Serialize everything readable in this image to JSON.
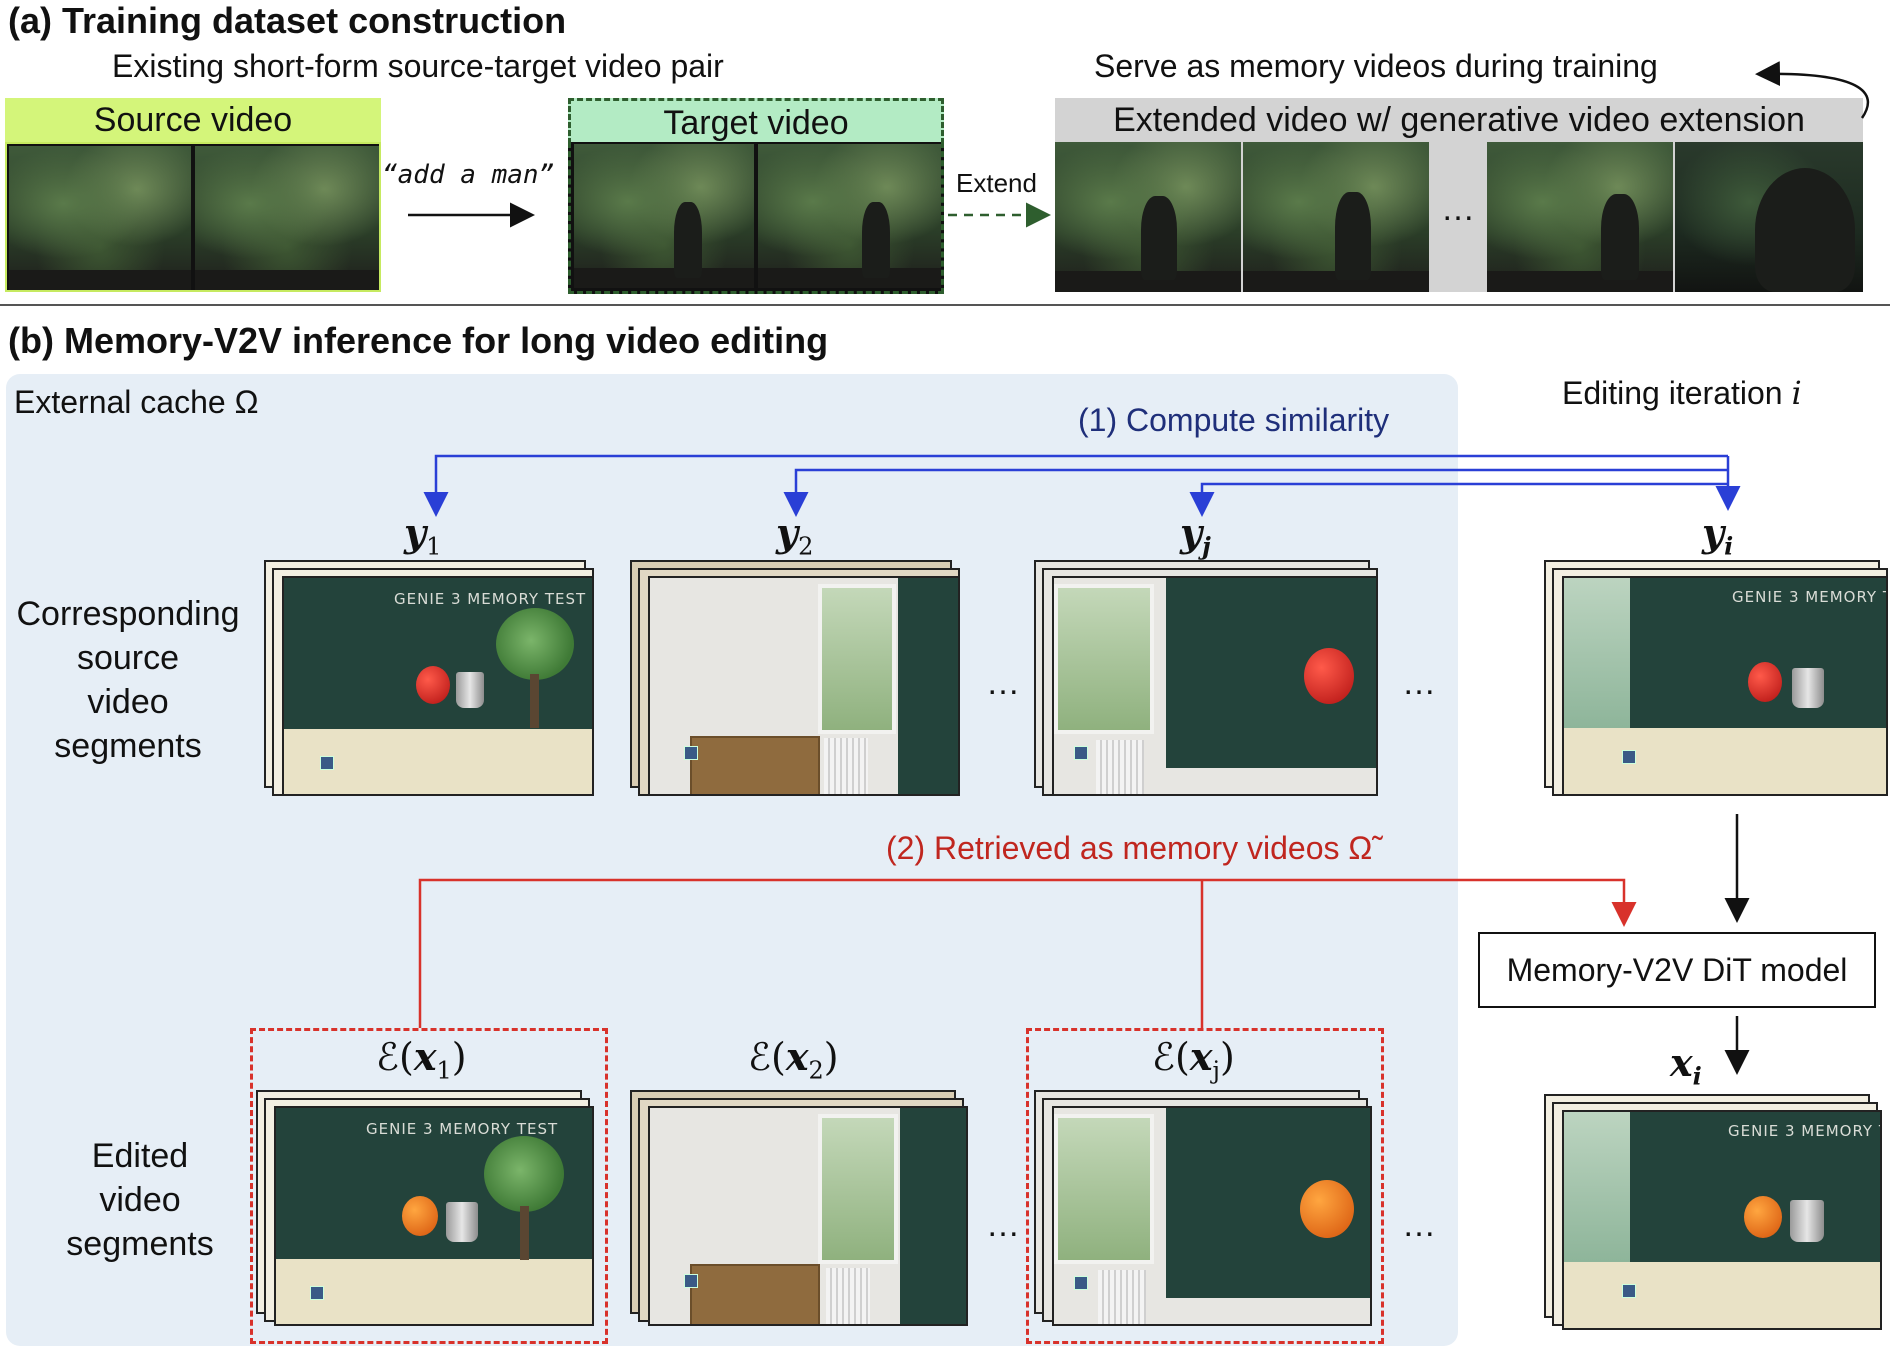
{
  "section_a": {
    "title": "(a) Training dataset construction",
    "pair_caption": "Existing short-form source-target video pair",
    "source_label": "Source video",
    "target_label": "Target video",
    "prompt": "“add a man”",
    "extend_label": "Extend",
    "memory_caption": "Serve as memory videos during training",
    "extended_label": "Extended video w/ generative video extension",
    "ellipsis": "…"
  },
  "section_b": {
    "title": "(b) Memory-V2V inference for long video editing",
    "cache_label": "External cache Ω",
    "iteration_label": "Editing iteration ",
    "iteration_var": "i",
    "step1": "(1) Compute similarity",
    "step2": "(2) Retrieved as memory videos Ω̃",
    "source_row_label": [
      "Corresponding",
      "source",
      "video",
      "segments"
    ],
    "edited_row_label": [
      "Edited",
      "video",
      "segments"
    ],
    "model_label": "Memory-V2V DiT model",
    "ellipsis": "…",
    "y_labels": [
      {
        "base": "y",
        "sub": "1"
      },
      {
        "base": "y",
        "sub": "2"
      },
      {
        "base": "y",
        "sub": "j"
      },
      {
        "base": "y",
        "sub": "i"
      }
    ],
    "e_labels": [
      {
        "pre": "ℰ(",
        "base": "x",
        "sub": "1",
        "post": ")"
      },
      {
        "pre": "ℰ(",
        "base": "x",
        "sub": "2",
        "post": ")"
      },
      {
        "pre": "ℰ(",
        "base": "x",
        "sub": "j",
        "post": ")"
      }
    ],
    "xi_label": {
      "base": "x",
      "sub": "i"
    },
    "chalk_text": "GENIE 3 MEMORY TEST"
  },
  "colors": {
    "source_bg": "#d4f57a",
    "target_bg": "#b3ebc4",
    "target_border": "#2e5e2e",
    "extended_bg": "#d3d3d3",
    "cache_bg": "#e6eef6",
    "blue": "#2a3fd6",
    "red": "#d8322b",
    "step1_text": "#1f2f7a",
    "step2_text": "#c0261f"
  }
}
